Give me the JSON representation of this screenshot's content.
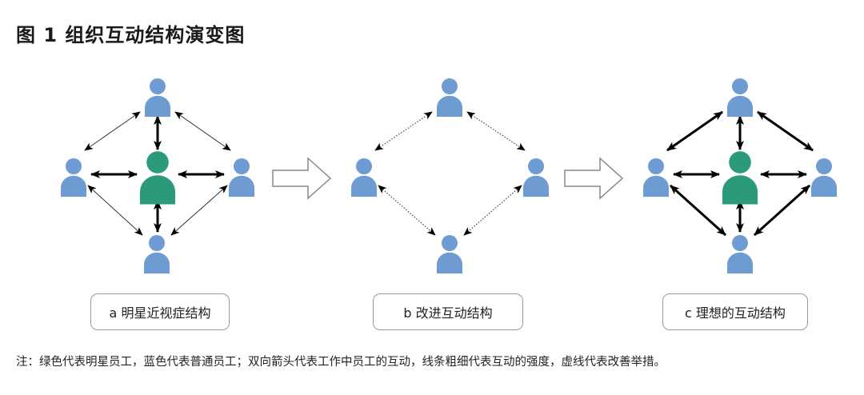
{
  "title": "图 1  组织互动结构演变图",
  "colors": {
    "star_employee": "#2a9a7a",
    "regular_employee": "#6f9bd3",
    "arrow": "#000000",
    "transition_arrow_stroke": "#888888",
    "caption_border": "#9a9a9a"
  },
  "panels": [
    {
      "id": "a",
      "caption": "a 明星近视症结构",
      "has_star": true,
      "peer_links": "thin",
      "star_links": "thick"
    },
    {
      "id": "b",
      "caption": "b 改进互动结构",
      "has_star": false,
      "peer_links": "dotted",
      "star_links": "none"
    },
    {
      "id": "c",
      "caption": "c 理想的互动结构",
      "has_star": true,
      "peer_links": "thick",
      "star_links": "thick"
    }
  ],
  "transition_arrows": [
    "a-to-b",
    "b-to-c"
  ],
  "note": "注：绿色代表明星员工，蓝色代表普通员工；双向箭头代表工作中员工的互动，线条粗细代表互动的强度，虚线代表改善举措。"
}
